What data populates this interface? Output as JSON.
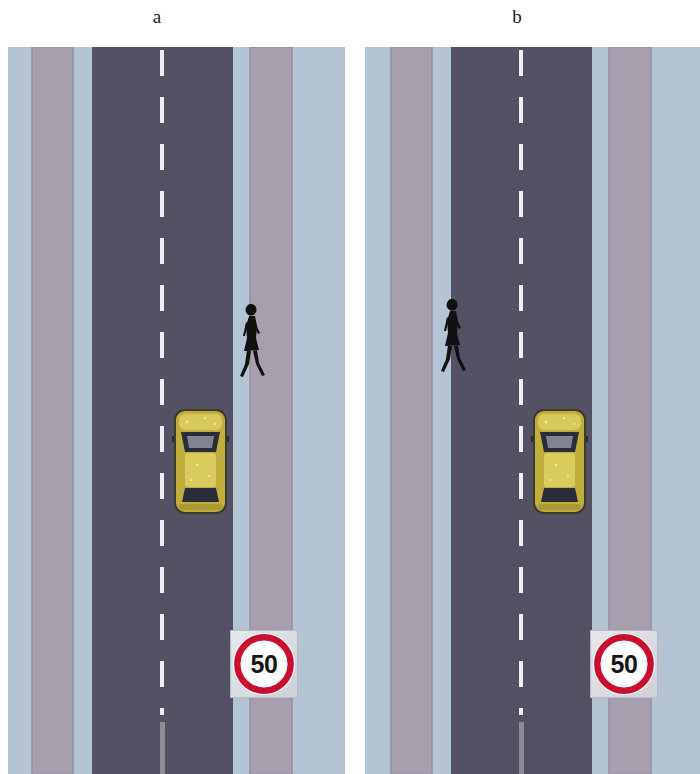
{
  "diagram": {
    "nodes": [
      {
        "text": [
          "50"
        ]
      },
      {
        "text": [
          "50"
        ]
      }
    ],
    "labels": [
      "a",
      "b"
    ]
  }
}
